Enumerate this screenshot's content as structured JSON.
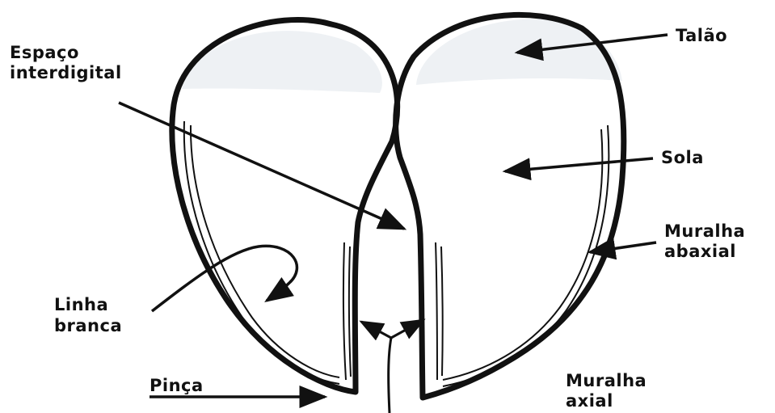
{
  "diagram": {
    "labels": {
      "espaco_interdigital": [
        "Espaço",
        "interdigital"
      ],
      "talao": "Talão",
      "sola": "Sola",
      "muralha_abaxial": [
        "Muralha",
        "abaxial"
      ],
      "linha_branca": [
        "Linha",
        "branca"
      ],
      "pinca": "Pinça",
      "muralha_axial": [
        "Muralha",
        "axial"
      ]
    }
  }
}
